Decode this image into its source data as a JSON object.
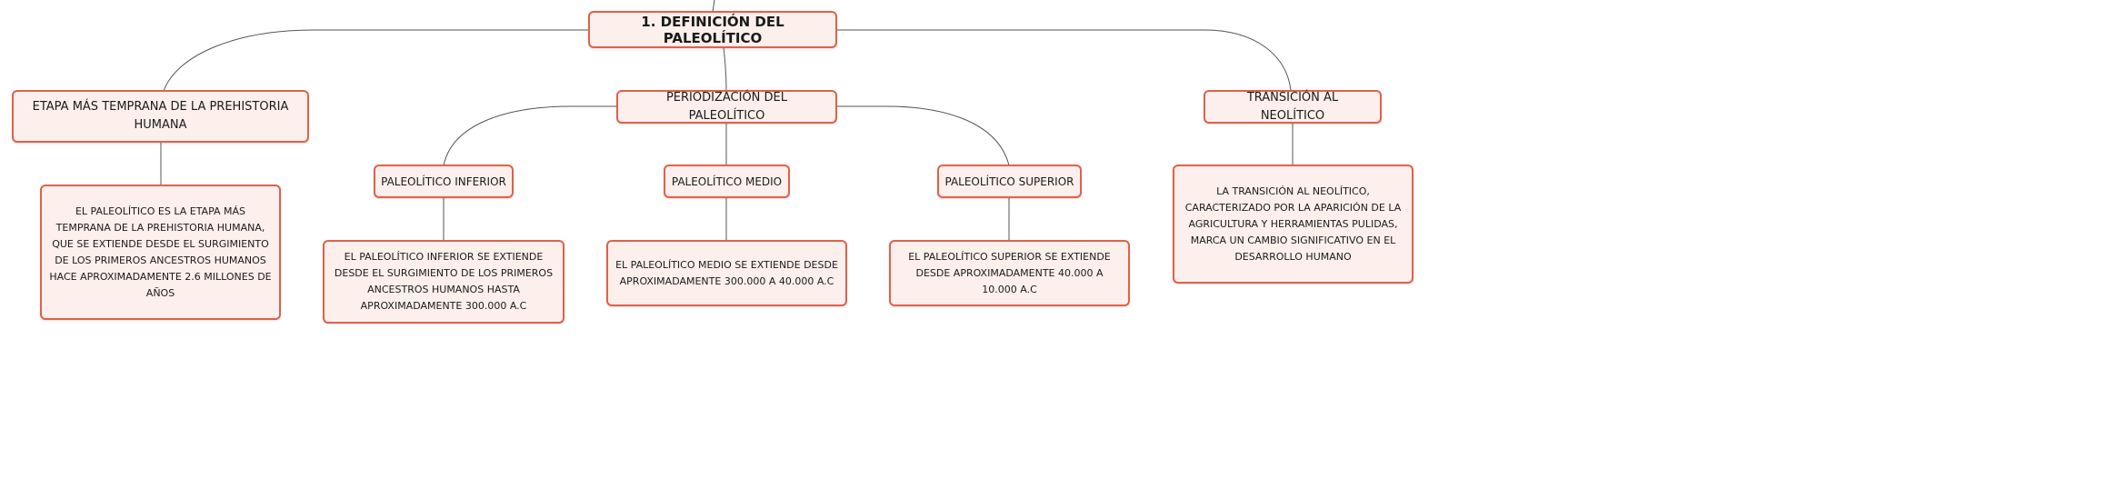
{
  "colors": {
    "node_border": "#e2604a",
    "node_fill": "#fdf0ec",
    "connector": "#555555",
    "text": "#1a1a1a"
  },
  "nodes": {
    "root": "1. DEFINICIÓN DEL PALEOLÍTICO",
    "etapa": "ETAPA MÁS TEMPRANA DE LA PREHISTORIA HUMANA",
    "etapa_desc": "EL PALEOLÍTICO ES LA ETAPA MÁS TEMPRANA DE LA PREHISTORIA HUMANA, QUE SE EXTIENDE DESDE EL SURGIMIENTO DE LOS PRIMEROS ANCESTROS HUMANOS HACE APROXIMADAMENTE 2.6 MILLONES DE AÑOS",
    "periodizacion": "PERIODIZACIÓN DEL PALEOLÍTICO",
    "inferior": "PALEOLÍTICO INFERIOR",
    "inferior_desc": "EL PALEOLÍTICO INFERIOR SE EXTIENDE DESDE EL SURGIMIENTO DE LOS PRIMEROS ANCESTROS HUMANOS HASTA APROXIMADAMENTE 300.000 A.C",
    "medio": "PALEOLÍTICO MEDIO",
    "medio_desc": "EL PALEOLÍTICO MEDIO SE EXTIENDE DESDE APROXIMADAMENTE 300.000 A 40.000 A.C",
    "superior": "PALEOLÍTICO SUPERIOR",
    "superior_desc": "EL PALEOLÍTICO SUPERIOR SE EXTIENDE DESDE APROXIMADAMENTE 40.000 A 10.000 A.C",
    "transicion": "TRANSICIÓN AL NEOLÍTICO",
    "transicion_desc": "LA TRANSICIÓN AL NEOLÍTICO, CARACTERIZADO POR LA APARICIÓN DE LA AGRICULTURA Y HERRAMIENTAS PULIDAS, MARCA UN CAMBIO SIGNIFICATIVO EN EL DESARROLLO HUMANO"
  }
}
